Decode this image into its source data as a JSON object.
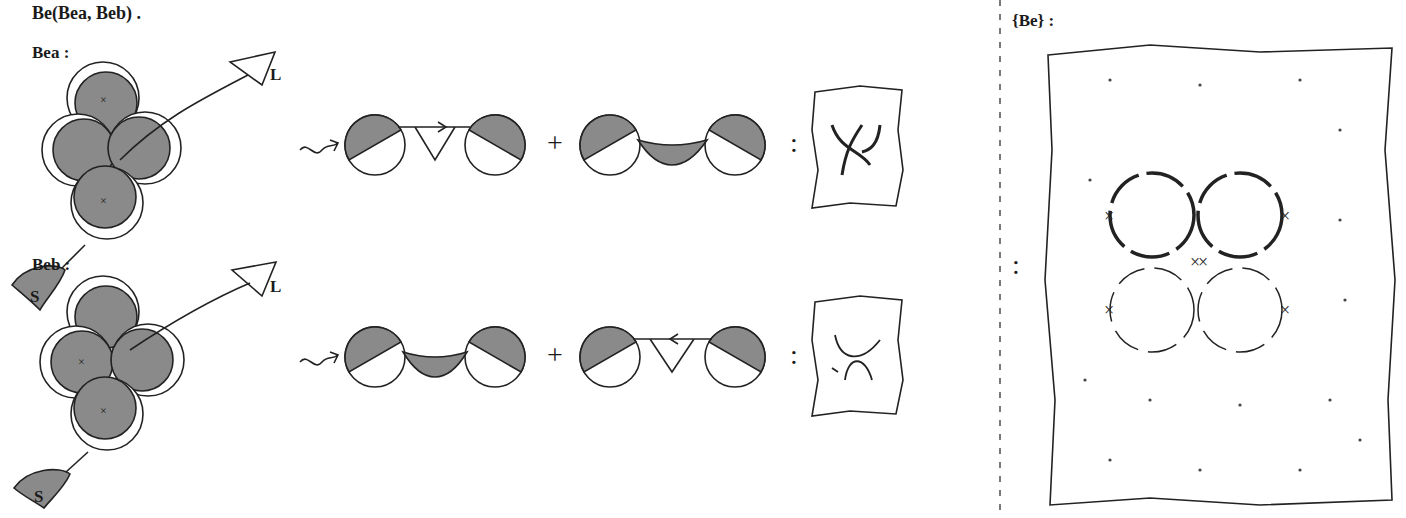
{
  "diagram": {
    "title": "Be(Bea, Beb) .",
    "labels": [
      "Bea :",
      "L",
      "S",
      "+",
      ":",
      "Beb :",
      "L",
      "S",
      "+",
      ":",
      "{Be} :",
      ":"
    ]
  }
}
